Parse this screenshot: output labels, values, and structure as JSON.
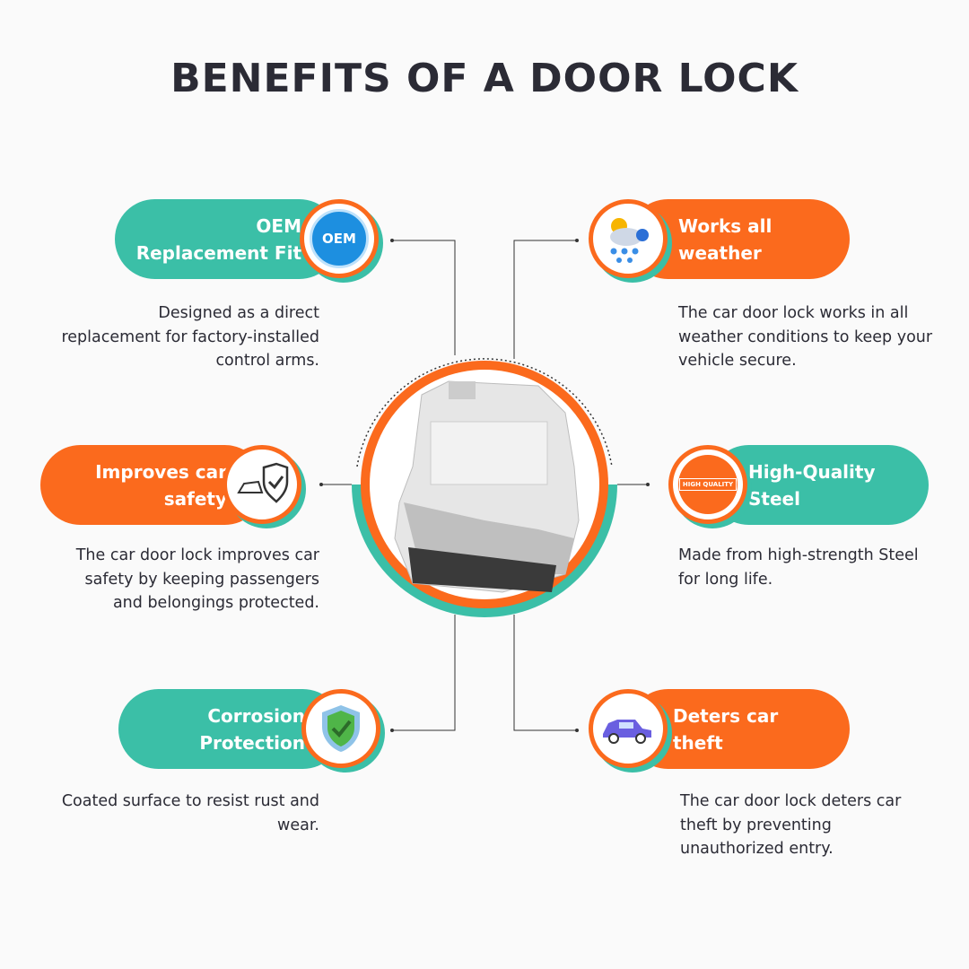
{
  "title": "BENEFITS OF A DOOR LOCK",
  "colors": {
    "teal": "#3bbfa7",
    "orange": "#fb6a1d",
    "text": "#2b2b35"
  },
  "benefits": [
    {
      "title1": "OEM",
      "title2": "Replacement Fit",
      "desc": "Designed as a direct replacement for factory-installed control arms.",
      "icon": "oem-badge-icon",
      "badge_text": "OEM"
    },
    {
      "title1": "Works all",
      "title2": "weather",
      "desc": "The car door lock works in all weather conditions to keep your vehicle secure.",
      "icon": "weather-icon"
    },
    {
      "title1": "Improves car",
      "title2": "safety",
      "desc": "The car door lock improves car safety by keeping passengers and belongings protected.",
      "icon": "car-shield-icon"
    },
    {
      "title1": "High-Quality",
      "title2": "Steel",
      "desc": "Made from high-strength Steel for long life.",
      "icon": "high-quality-badge-icon",
      "badge_text": "HIGH QUALITY"
    },
    {
      "title1": "Corrosion",
      "title2": "Protection",
      "desc": "Coated surface to resist rust and wear.",
      "icon": "shield-check-icon"
    },
    {
      "title1": "Deters car",
      "title2": "theft",
      "desc": "The car door lock deters car theft by preventing unauthorized entry.",
      "icon": "car-theft-icon"
    }
  ]
}
